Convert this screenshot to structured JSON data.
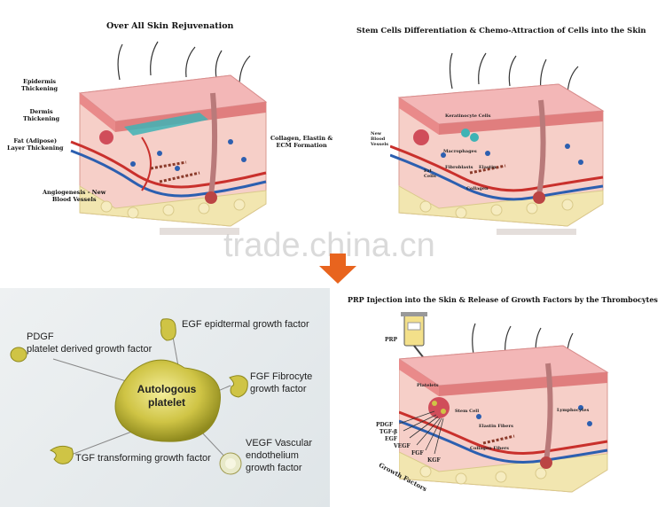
{
  "panel_top_left": {
    "title": "Over All Skin Rejuvenation",
    "labels": {
      "epidermis": [
        "Epidermis",
        "Thickening"
      ],
      "dermis": [
        "Dermis",
        "Thickening"
      ],
      "fat": [
        "Fat (Adipose)",
        "Layer Thickening"
      ],
      "angio": [
        "Angiogenesis - New",
        "Blood Vessels"
      ],
      "collagen": [
        "Collagen, Elastin &",
        "ECM Formation"
      ]
    }
  },
  "panel_top_right": {
    "title": "Stem Cells Differentiation & Chemo-Attraction of Cells into the Skin",
    "labels": {
      "new_vessels": [
        "New",
        "Blood",
        "Vessels"
      ],
      "fat_cells": [
        "Fat",
        "Cells"
      ],
      "macrophages": "Macrophages",
      "fibroblasts": "Fibroblasts",
      "elastin": "Elastin",
      "collagen": "Collagen",
      "keratinocyte": "Keratinocyte Cells"
    }
  },
  "watermark": "trade.china.cn",
  "panel_bottom_left": {
    "center_label": [
      "Autologous",
      "platelet"
    ],
    "factors": {
      "pdgf": [
        "PDGF",
        "platelet derived growth factor"
      ],
      "egf": "EGF epidtermal growth factor",
      "fgf": [
        "FGF Fibrocyte",
        "growth factor"
      ],
      "tgf": "TGF transforming growth factor",
      "vegf": [
        "VEGF Vascular",
        "endothelium",
        "growth factor"
      ]
    }
  },
  "panel_bottom_right": {
    "title": "PRP Injection into the Skin & Release of Growth Factors by the Thrombocytes",
    "labels": {
      "prp": "PRP",
      "platelets": "Platelets",
      "stem_cell": "Stem Cell",
      "elastin_fibers": "Elastin Fibers",
      "collagen_fibers": "Collagen Fibers",
      "lymphocytes": "Lymphocytes",
      "growth_factors": "Growth Factors",
      "gf_list": [
        "PDGF",
        "TGF-β",
        "EGF",
        "VEGF",
        "FGF",
        "KGF"
      ]
    }
  },
  "colors": {
    "skin_top": "#f3b7b7",
    "epidermis": "#e98a8a",
    "dermis": "#f6cfc8",
    "fat": "#f2e6b0",
    "vessel_red": "#c9302c",
    "vessel_blue": "#2c5fb0",
    "platelet": "#c9c24a",
    "arrow": "#e8641e"
  }
}
